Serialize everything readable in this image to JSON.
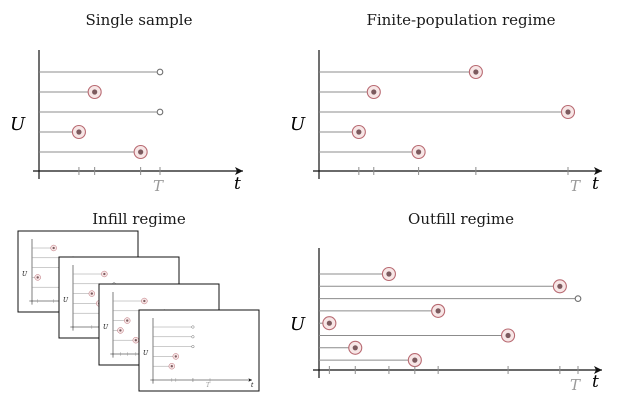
{
  "panels": {
    "single": {
      "title": "Single sample",
      "y_label": "U",
      "x_label": "t",
      "T_label": "T",
      "samples": [
        {
          "end": 1.0,
          "observed": false
        },
        {
          "end": 0.46,
          "observed": true
        },
        {
          "end": 1.0,
          "observed": false
        },
        {
          "end": 0.33,
          "observed": true
        },
        {
          "end": 0.84,
          "observed": true
        }
      ]
    },
    "finite": {
      "title": "Finite-population regime",
      "y_label": "U",
      "x_label": "t",
      "T_label": "T",
      "samples": [
        {
          "end": 0.63,
          "observed": true
        },
        {
          "end": 0.22,
          "observed": true
        },
        {
          "end": 1.0,
          "observed": true
        },
        {
          "end": 0.16,
          "observed": true
        },
        {
          "end": 0.4,
          "observed": true
        }
      ]
    },
    "infill": {
      "title": "Infill regime",
      "y_label": "U",
      "x_label": "t",
      "T_label": "T"
    },
    "outfill": {
      "title": "Outfill regime",
      "y_label": "U",
      "x_label": "t",
      "T_label": "T",
      "samples": [
        {
          "end": 0.27,
          "observed": true
        },
        {
          "end": 0.93,
          "observed": true
        },
        {
          "end": 1.0,
          "observed": false
        },
        {
          "end": 0.46,
          "observed": true
        },
        {
          "end": 0.04,
          "observed": true
        },
        {
          "end": 0.73,
          "observed": true
        },
        {
          "end": 0.14,
          "observed": true
        },
        {
          "end": 0.37,
          "observed": true
        }
      ]
    }
  },
  "colors": {
    "axis": "#111111",
    "line": "#8c8c8c",
    "marker_ring": "#b86a72",
    "marker_fill": "#f7e6e6",
    "marker_dot": "#7c5a5e",
    "open_marker": "#6f6f6f",
    "tick": "#8c8c8c"
  }
}
